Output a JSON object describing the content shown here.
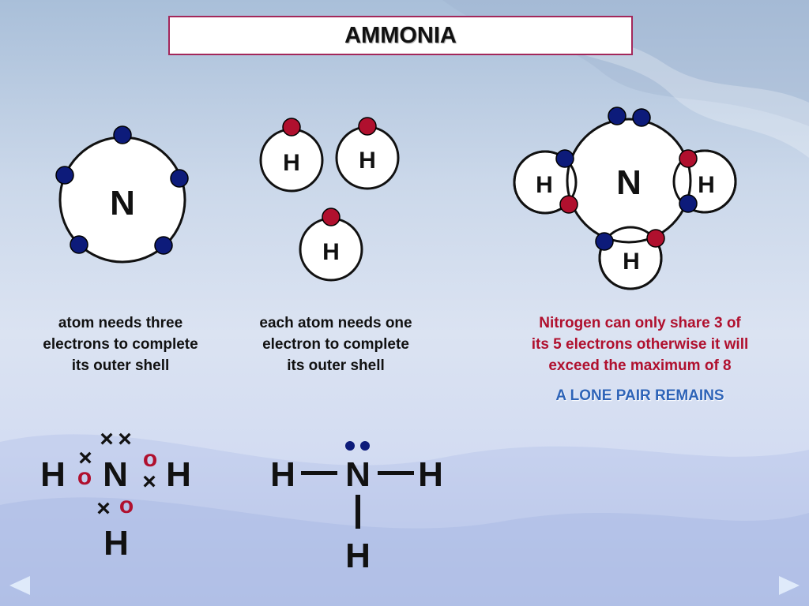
{
  "title": "AMMONIA",
  "atom_labels": {
    "nitrogen": "N",
    "hydrogen": "H"
  },
  "captions": {
    "nitrogen": [
      "atom needs three",
      "electrons to complete",
      "its outer shell"
    ],
    "hydrogen": [
      "each atom needs one",
      "electron to complete",
      "its outer shell"
    ],
    "molecule": [
      "Nitrogen can only share 3 of",
      "its 5 electrons otherwise it will",
      "exceed the maximum of 8"
    ],
    "lone_pair": "A LONE PAIR REMAINS"
  },
  "dot_cross": {
    "h_left": "H",
    "n": "N",
    "h_right": "H",
    "h_bottom": "H",
    "cross": "×",
    "circle": "o"
  },
  "structural": {
    "h_left": "H",
    "n": "N",
    "h_right": "H",
    "h_bottom": "H"
  },
  "colors": {
    "nitrogen_electron": "#0d1b7a",
    "hydrogen_electron": "#b0102e",
    "title_border": "#a3275a",
    "lone_pair_text": "#2e64b8"
  },
  "icons": [
    "previous-arrow-icon",
    "next-arrow-icon"
  ]
}
